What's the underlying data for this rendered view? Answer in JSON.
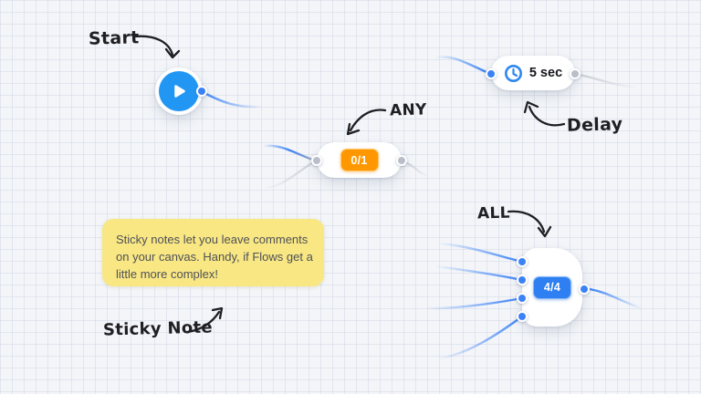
{
  "canvas": {
    "annotations": {
      "start_label": "Start",
      "any_label": "ANY",
      "delay_label": "Delay",
      "all_label": "ALL",
      "sticky_label": "Sticky Note"
    },
    "nodes": {
      "start": {
        "icon": "play-icon"
      },
      "delay": {
        "icon": "clock-icon",
        "text": "5 sec"
      },
      "any": {
        "badge": "0/1"
      },
      "all": {
        "badge": "4/4"
      }
    },
    "sticky_note": {
      "text": "Sticky notes let you leave comments on your canvas. Handy, if Flows get a little more complex!"
    },
    "colors": {
      "accent_blue": "#2e86f0",
      "play_blue": "#2196f3",
      "badge_orange": "#ff9800",
      "badge_blue": "#2e7ff1",
      "edge_gray": "#c9cdd5",
      "sticky_yellow": "#f9e784",
      "ink": "#1f1f23",
      "canvas_bg": "#f3f5f8"
    }
  }
}
